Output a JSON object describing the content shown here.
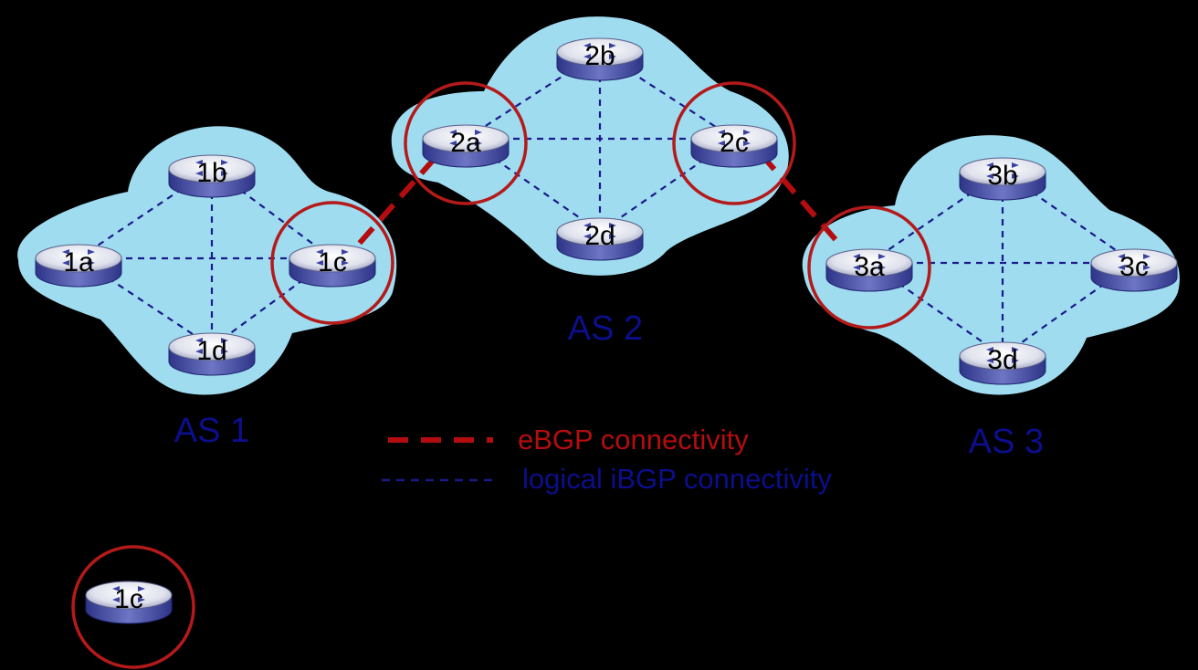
{
  "colors": {
    "cloud": "#9fdcf0",
    "ibgp": "#1a1a8a",
    "ebgp": "#b40d10",
    "highlight_circle": "#b41a1a",
    "as_label": "#0b0f8c",
    "router_top": "#d9dbe6",
    "router_side": "#4a52a8"
  },
  "as_labels": {
    "as1": "AS 1",
    "as2": "AS 2",
    "as3": "AS 3"
  },
  "routers": {
    "r1a": "1a",
    "r1b": "1b",
    "r1c": "1c",
    "r1d": "1d",
    "r2a": "2a",
    "r2b": "2b",
    "r2c": "2c",
    "r2d": "2d",
    "r3a": "3a",
    "r3b": "3b",
    "r3c": "3c",
    "r3d": "3d",
    "standalone": "1c"
  },
  "links": {
    "ibgp": [
      [
        "1a",
        "1b"
      ],
      [
        "1a",
        "1c"
      ],
      [
        "1a",
        "1d"
      ],
      [
        "1b",
        "1c"
      ],
      [
        "1b",
        "1d"
      ],
      [
        "1c",
        "1d"
      ],
      [
        "2a",
        "2b"
      ],
      [
        "2a",
        "2c"
      ],
      [
        "2a",
        "2d"
      ],
      [
        "2b",
        "2c"
      ],
      [
        "2b",
        "2d"
      ],
      [
        "2c",
        "2d"
      ],
      [
        "3a",
        "3b"
      ],
      [
        "3a",
        "3c"
      ],
      [
        "3a",
        "3d"
      ],
      [
        "3b",
        "3c"
      ],
      [
        "3b",
        "3d"
      ],
      [
        "3c",
        "3d"
      ]
    ],
    "ebgp": [
      [
        "1c",
        "2a"
      ],
      [
        "2c",
        "3a"
      ]
    ]
  },
  "highlighted_routers": [
    "1c",
    "2a",
    "2c",
    "3a"
  ],
  "legend": {
    "ebgp_label": "eBGP connectivity",
    "ibgp_label": "logical iBGP connectivity"
  }
}
